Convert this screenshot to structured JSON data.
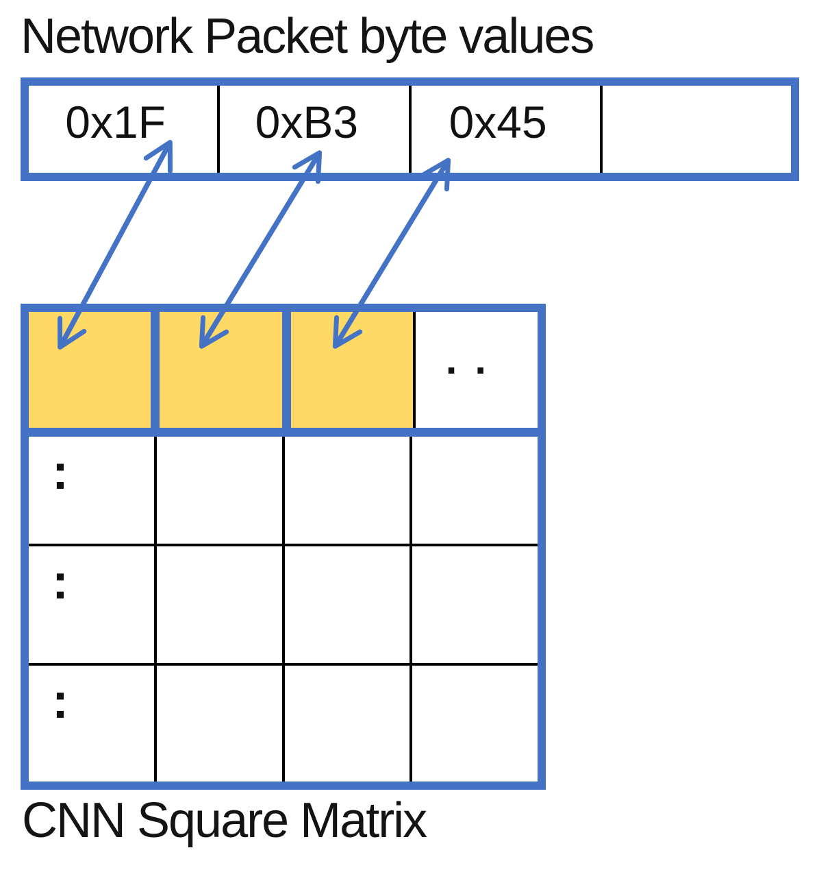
{
  "title": "Network Packet byte values",
  "caption": "CNN Square Matrix",
  "packet": {
    "cells": [
      "0x1F",
      "0xB3",
      "0x45",
      ""
    ]
  },
  "matrix": {
    "rows": 4,
    "cols": 4,
    "highlighted_count": 3,
    "top_row_dots": "..",
    "row_colon": ":"
  },
  "arrows": [
    {
      "from": "packet-cell-1",
      "to": "matrix-cell-r1c1"
    },
    {
      "from": "packet-cell-2",
      "to": "matrix-cell-r1c2"
    },
    {
      "from": "packet-cell-3",
      "to": "matrix-cell-r1c3"
    }
  ],
  "colors": {
    "accent_blue": "#4472C4",
    "highlight_yellow": "#FFD966",
    "grid_black": "#000000",
    "text_black": "#141414"
  }
}
